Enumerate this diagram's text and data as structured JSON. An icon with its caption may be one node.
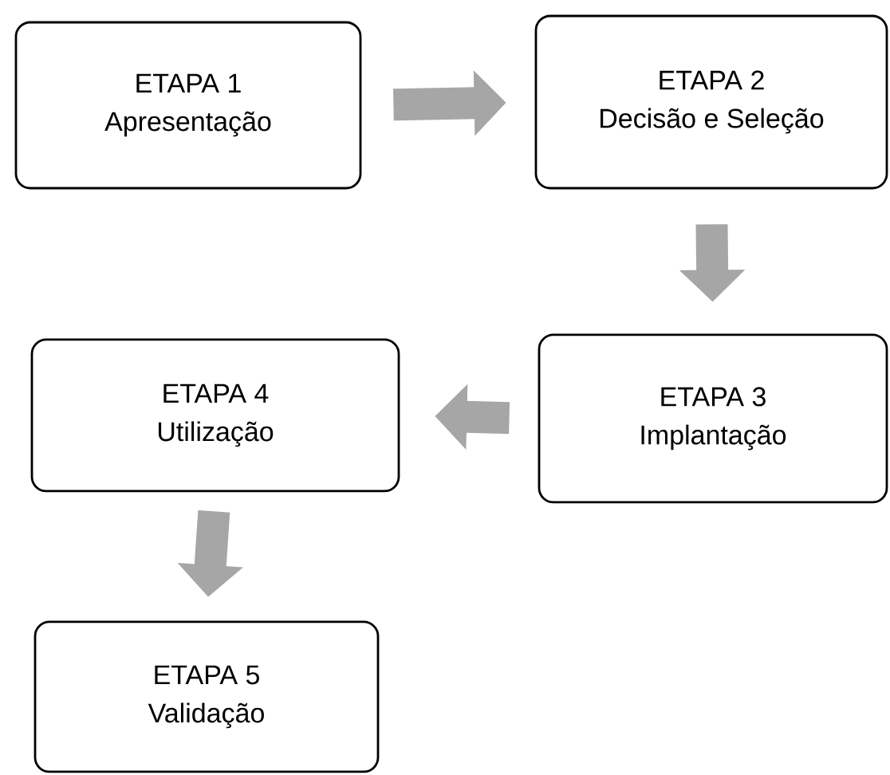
{
  "diagram": {
    "nodes": [
      {
        "text": [
          "ETAPA 1",
          "Apresentação"
        ]
      },
      {
        "text": [
          "ETAPA 2",
          "Decisão e Seleção"
        ]
      },
      {
        "text": [
          "ETAPA 3",
          "Implantação"
        ]
      },
      {
        "text": [
          "ETAPA 4",
          "Utilização"
        ]
      },
      {
        "text": [
          "ETAPA 5",
          "Validação"
        ]
      }
    ],
    "edges": [
      {
        "from": 0,
        "to": 1,
        "arrow": "to"
      },
      {
        "from": 1,
        "to": 2,
        "arrow": "to"
      },
      {
        "from": 2,
        "to": 3,
        "arrow": "to"
      },
      {
        "from": 3,
        "to": 4,
        "arrow": "to"
      }
    ]
  }
}
